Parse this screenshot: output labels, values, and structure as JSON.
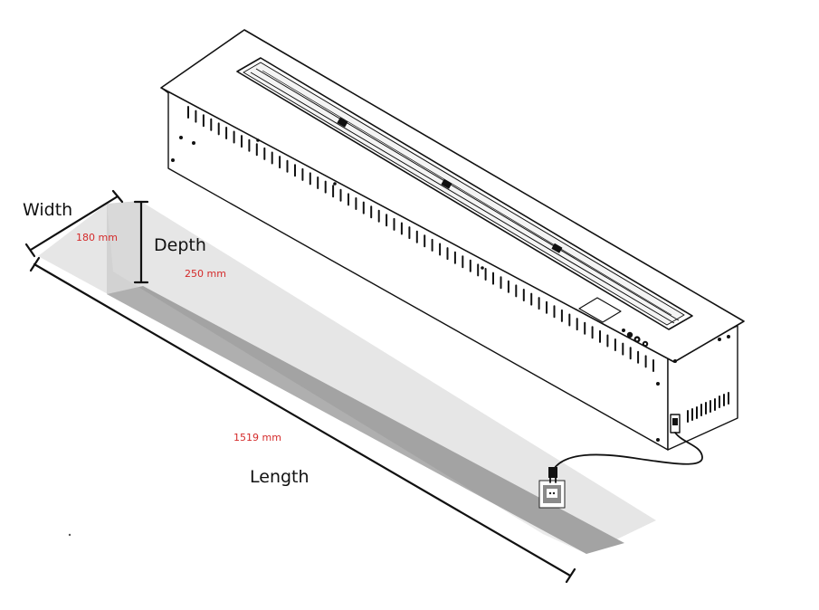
{
  "dimensions": {
    "width": {
      "label": "Width",
      "value": "180 mm"
    },
    "depth": {
      "label": "Depth",
      "value": "250 mm"
    },
    "length": {
      "label": "Length",
      "value": "1519 mm"
    }
  },
  "colors": {
    "cutout_top": "#e6e6e6",
    "cutout_side": "#a3a3a3",
    "line": "#111111",
    "value_text": "#d42a2a"
  },
  "icons": [
    "fireplace-insert",
    "power-cord",
    "power-socket"
  ]
}
